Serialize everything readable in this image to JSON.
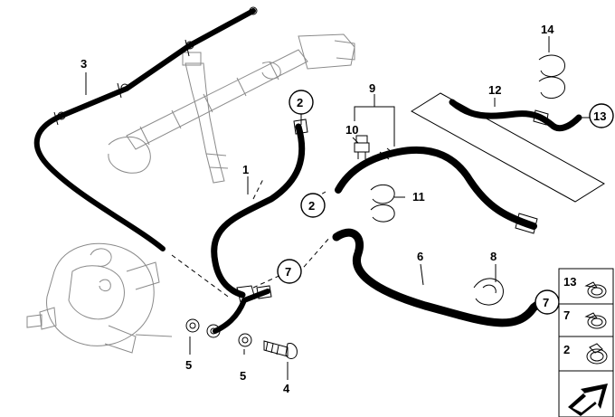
{
  "callouts": {
    "c1": "1",
    "c2a": "2",
    "c2b": "2",
    "c3": "3",
    "c4": "4",
    "c5a": "5",
    "c5b": "5",
    "c6": "6",
    "c7a": "7",
    "c7b": "7",
    "c8": "8",
    "c9": "9",
    "c10": "10",
    "c11": "11",
    "c12": "12",
    "c13": "13",
    "c14": "14"
  },
  "legend": {
    "r1": "13",
    "r2": "7",
    "r3": "2"
  },
  "icons": {
    "clamp": "hose-clamp-icon",
    "arrow": "direction-arrow-icon"
  },
  "colors": {
    "line": "#000000",
    "ghost": "#8a8a8a",
    "background": "#ffffff"
  }
}
